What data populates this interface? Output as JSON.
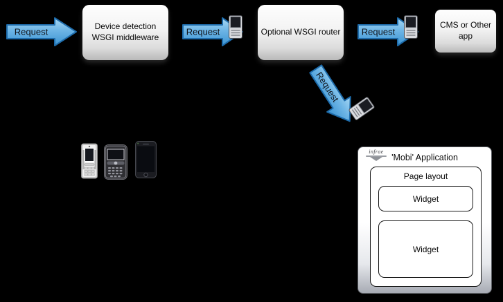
{
  "background_color": "#000000",
  "accent_colors": {
    "arrow_blue_light": "#a9d8f3",
    "arrow_blue_mid": "#6db5e6",
    "arrow_blue_dark": "#3c94d2",
    "arrow_border": "#1e6cab",
    "node_gradient_top": "#fefefe",
    "node_gradient_bottom": "#b9b9b9"
  },
  "flow": {
    "arrows": [
      {
        "label": "Request"
      },
      {
        "label": "Request"
      },
      {
        "label": "Request"
      },
      {
        "label": "Request"
      }
    ],
    "boxes": [
      {
        "label": "Device detection\nWSGI middleware"
      },
      {
        "label": "Optional WSGI router"
      },
      {
        "label": "CMS or Other\napp"
      }
    ]
  },
  "devices": {
    "icons": [
      "nokia-feature-phone-icon",
      "blackberry-phone-icon",
      "iphone-icon"
    ],
    "arrow_phone_icon": "mobile-phone-icon"
  },
  "mobi_window": {
    "logo_text": "infrae",
    "title": "'Mobi' Application",
    "page_layout_label": "Page layout",
    "widgets": [
      {
        "label": "Widget"
      },
      {
        "label": "Widget"
      }
    ]
  }
}
